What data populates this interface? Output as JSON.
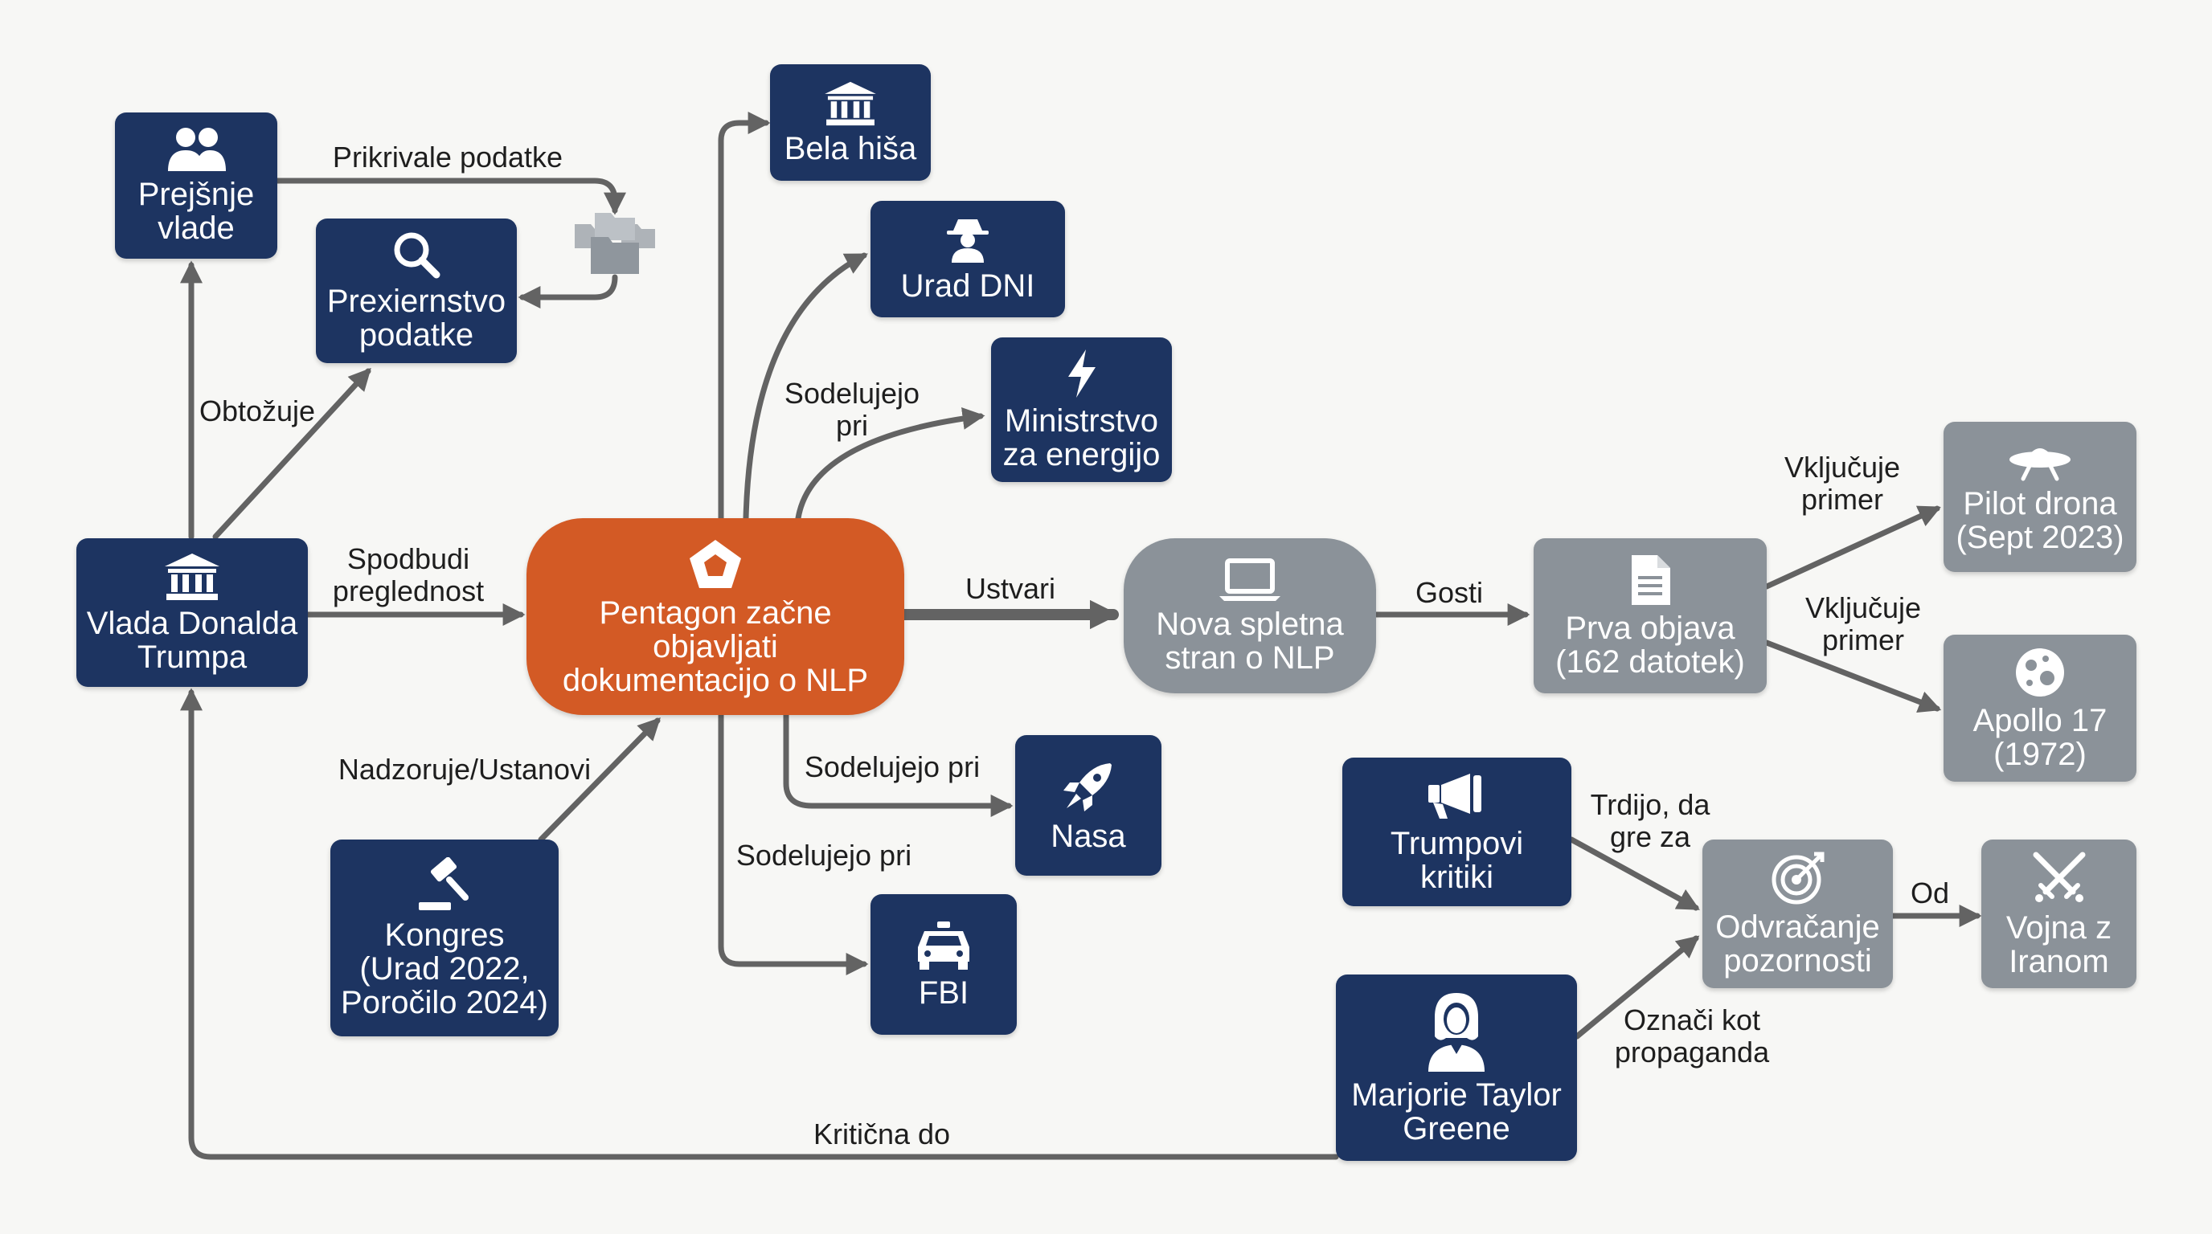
{
  "nodes": {
    "prejsnje_vlade": "Prejšnje\nvlade",
    "prexiernstvo": "Prexiernstvo\npodatke",
    "vlada_trumpa": "Vlada Donalda\nTrumpa",
    "pentagon": "Pentagon začne\nobjavljati\ndokumentacijo o NLP",
    "kongres": "Kongres\n(Urad 2022,\nPoročilo 2024)",
    "bela_hisa": "Bela hiša",
    "urad_dni": "Urad DNI",
    "ministrstvo": "Ministrstvo\nza energijo",
    "nasa": "Nasa",
    "fbi": "FBI",
    "spletna_stran": "Nova spletna\nstran o NLP",
    "prva_objava": "Prva objava\n(162 datotek)",
    "pilot_drona": "Pilot drona\n(Sept 2023)",
    "apollo": "Apollo 17\n(1972)",
    "trumpovi_kritiki": "Trumpovi\nkritiki",
    "mtg": "Marjorie Taylor\nGreene",
    "odvracanje": "Odvračanje\npozornosti",
    "vojna": "Vojna z\nIranom"
  },
  "edge_labels": {
    "prikrivale": "Prikrivale podatke",
    "obtozuje": "Obtožuje",
    "spodbudi": "Spodbudi\npreglednost",
    "nadzoruje": "Nadzoruje/Ustanovi",
    "sodelujejo_1": "Sodelujejo\npri",
    "sodelujejo_2": "Sodelujejo pri",
    "sodelujejo_3": "Sodelujejo pri",
    "ustvari": "Ustvari",
    "gosti": "Gosti",
    "vkljucuje_1": "Vključuje\nprimer",
    "vkljucuje_2": "Vključuje\nprimer",
    "trdijo": "Trdijo, da\ngre za",
    "oznaci": "Označi kot\npropaganda",
    "od": "Od",
    "kriticna": "Kritična do"
  },
  "colors": {
    "dark_node": "#1d3461",
    "gray_node": "#8b9299",
    "central_node": "#d35a25",
    "edge": "#636363",
    "background": "#f7f7f5"
  },
  "icons": {
    "prejsnje_vlade": "people-icon",
    "prexiernstvo": "search-icon",
    "vlada_trumpa": "government-building-icon",
    "pentagon": "pentagon-icon",
    "kongres": "gavel-icon",
    "bela_hisa": "government-building-icon",
    "urad_dni": "spy-icon",
    "ministrstvo": "lightning-icon",
    "nasa": "rocket-icon",
    "fbi": "police-car-icon",
    "spletna_stran": "laptop-icon",
    "prva_objava": "document-icon",
    "pilot_drona": "ufo-icon",
    "apollo": "moon-icon",
    "trumpovi_kritiki": "megaphone-icon",
    "mtg": "woman-icon",
    "odvracanje": "target-icon",
    "vojna": "crossed-swords-icon",
    "folder_stack": "folder-stack-icon"
  }
}
